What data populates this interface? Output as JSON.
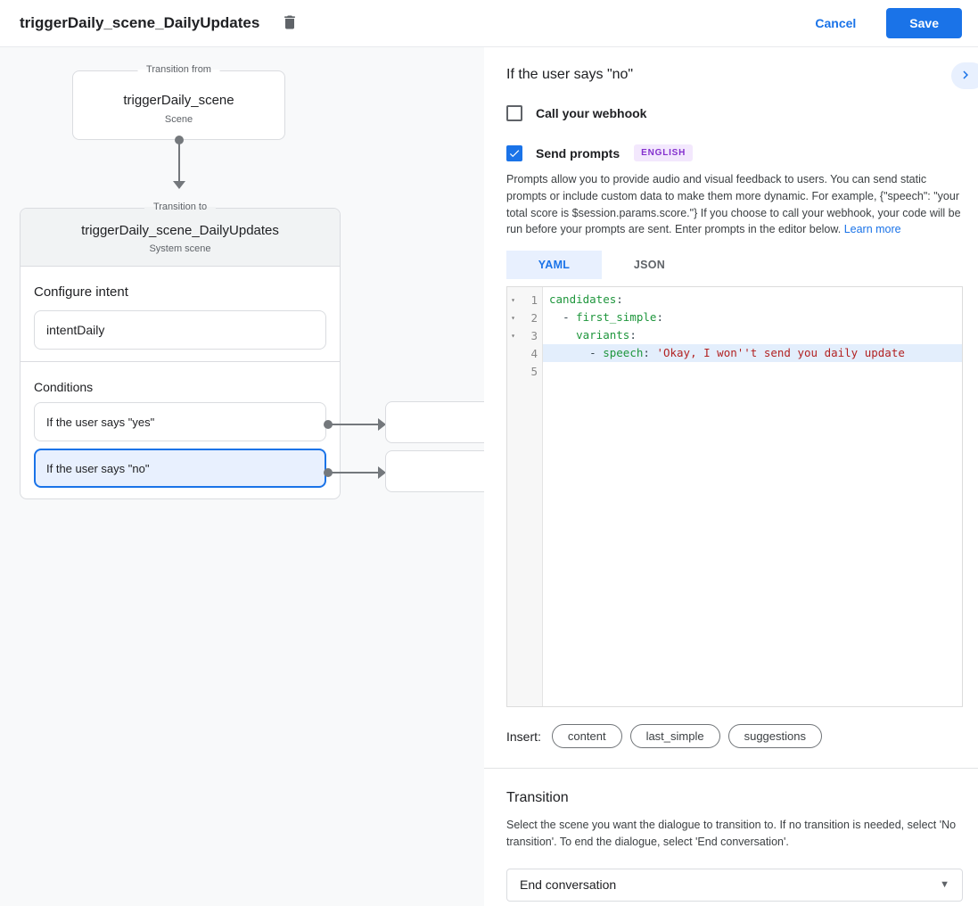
{
  "colors": {
    "accent_blue": "#1a73e8",
    "selected_bg": "#e8f0fe",
    "canvas_bg": "#f8f9fa",
    "card_header_bg": "#f1f3f4",
    "badge_bg": "#f3e8fd",
    "badge_text": "#8430ce",
    "syntax_key": "#1e963c",
    "syntax_string": "#b22222",
    "connector_gray": "#74787c"
  },
  "header": {
    "title": "triggerDaily_scene_DailyUpdates",
    "trash_icon": "trash-icon",
    "cancel_label": "Cancel",
    "save_label": "Save"
  },
  "canvas": {
    "transition_from": {
      "legend": "Transition from",
      "title": "triggerDaily_scene",
      "subtitle": "Scene"
    },
    "transition_to": {
      "legend": "Transition to",
      "title": "triggerDaily_scene_DailyUpdates",
      "subtitle": "System scene",
      "configure_intent_label": "Configure intent",
      "intent_value": "intentDaily",
      "conditions_label": "Conditions",
      "conditions": [
        {
          "label": "If the user says \"yes\"",
          "selected": false
        },
        {
          "label": "If the user says \"no\"",
          "selected": true
        }
      ]
    }
  },
  "panel": {
    "title": "If the user says \"no\"",
    "collapse_icon": "chevron-right-icon",
    "webhook": {
      "label": "Call your webhook",
      "checked": false
    },
    "send_prompts": {
      "label": "Send prompts",
      "badge": "ENGLISH",
      "checked": true
    },
    "description": "Prompts allow you to provide audio and visual feedback to users. You can send static prompts or include custom data to make them more dynamic. For example, {\"speech\": \"your total score is $session.params.score.\"} If you choose to call your webhook, your code will be run before your prompts are sent. Enter prompts in the editor below.",
    "learn_more_label": "Learn more",
    "editor": {
      "tabs": [
        {
          "label": "YAML",
          "active": true
        },
        {
          "label": "JSON",
          "active": false
        }
      ],
      "code_lines": [
        {
          "n": "1",
          "fold": true,
          "hl": false,
          "tokens": [
            {
              "c": "key",
              "v": "candidates"
            },
            {
              "c": "pun",
              "v": ":"
            }
          ]
        },
        {
          "n": "2",
          "fold": true,
          "hl": false,
          "tokens": [
            {
              "c": "pln",
              "v": "  "
            },
            {
              "c": "pun",
              "v": "- "
            },
            {
              "c": "key",
              "v": "first_simple"
            },
            {
              "c": "pun",
              "v": ":"
            }
          ]
        },
        {
          "n": "3",
          "fold": true,
          "hl": false,
          "tokens": [
            {
              "c": "pln",
              "v": "    "
            },
            {
              "c": "key",
              "v": "variants"
            },
            {
              "c": "pun",
              "v": ":"
            }
          ]
        },
        {
          "n": "4",
          "fold": false,
          "hl": true,
          "tokens": [
            {
              "c": "pln",
              "v": "      "
            },
            {
              "c": "pun",
              "v": "- "
            },
            {
              "c": "key",
              "v": "speech"
            },
            {
              "c": "pun",
              "v": ": "
            },
            {
              "c": "str",
              "v": "'Okay, I won''t send you daily update"
            }
          ]
        },
        {
          "n": "5",
          "fold": false,
          "hl": false,
          "tokens": []
        }
      ]
    },
    "insert": {
      "label": "Insert:",
      "chips": [
        "content",
        "last_simple",
        "suggestions"
      ]
    },
    "transition": {
      "heading": "Transition",
      "description": "Select the scene you want the dialogue to transition to. If no transition is needed, select 'No transition'. To end the dialogue, select 'End conversation'.",
      "select_value": "End conversation",
      "caret_icon": "chevron-down-icon"
    }
  }
}
